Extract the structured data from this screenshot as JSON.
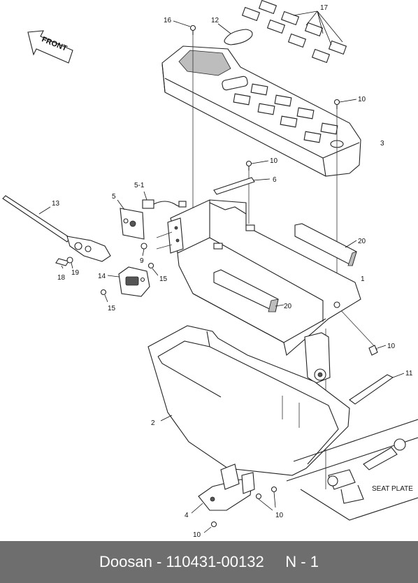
{
  "direction_arrow": {
    "label": "FRONT"
  },
  "callouts": [
    {
      "id": "c16",
      "text": "16"
    },
    {
      "id": "c12",
      "text": "12"
    },
    {
      "id": "c17",
      "text": "17"
    },
    {
      "id": "c10a",
      "text": "10"
    },
    {
      "id": "c3",
      "text": "3"
    },
    {
      "id": "c10b",
      "text": "10"
    },
    {
      "id": "c6",
      "text": "6"
    },
    {
      "id": "c5-1",
      "text": "5-1"
    },
    {
      "id": "c5",
      "text": "5"
    },
    {
      "id": "c13",
      "text": "13"
    },
    {
      "id": "c20a",
      "text": "20"
    },
    {
      "id": "c1",
      "text": "1"
    },
    {
      "id": "c9",
      "text": "9"
    },
    {
      "id": "c19",
      "text": "19"
    },
    {
      "id": "c18",
      "text": "18"
    },
    {
      "id": "c14",
      "text": "14"
    },
    {
      "id": "c15a",
      "text": "15"
    },
    {
      "id": "c15b",
      "text": "15"
    },
    {
      "id": "c20b",
      "text": "20"
    },
    {
      "id": "c10c",
      "text": "10"
    },
    {
      "id": "c11",
      "text": "11"
    },
    {
      "id": "c2",
      "text": "2"
    },
    {
      "id": "c4",
      "text": "4"
    },
    {
      "id": "c10d",
      "text": "10"
    },
    {
      "id": "c10e",
      "text": "10"
    }
  ],
  "seat_plate_label": "SEAT PLATE",
  "footer": {
    "caption": "Doosan - 110431-00132     N - 1"
  }
}
